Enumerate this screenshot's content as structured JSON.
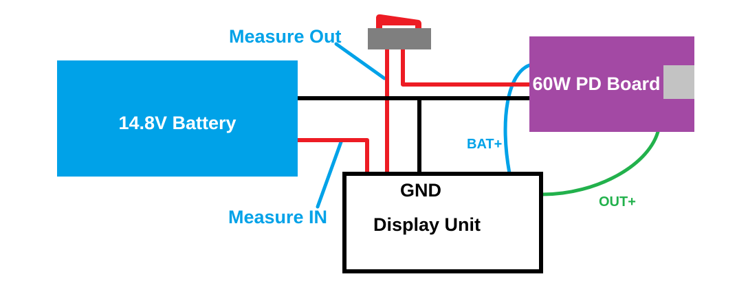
{
  "diagram": {
    "battery": {
      "label": "14.8V Battery"
    },
    "pd_board": {
      "label": "60W PD Board"
    },
    "display_unit": {
      "label": "Display Unit",
      "terminal_label": "GND"
    },
    "annotations": {
      "measure_out": "Measure Out",
      "measure_in": "Measure IN",
      "bat_plus": "BAT+",
      "out_plus": "OUT+"
    },
    "colors": {
      "battery_fill": "#00a2e8",
      "pd_board_fill": "#a349a4",
      "port_fill": "#c3c3c3",
      "switch_body": "#7f7f7f",
      "wire_red": "#ed1c24",
      "wire_black": "#000000",
      "wire_blue": "#00a2e8",
      "wire_green": "#22b14c",
      "annotation_blue": "#00a2e8",
      "annotation_green": "#22b14c",
      "label_white": "#ffffff",
      "label_black": "#000000"
    }
  }
}
